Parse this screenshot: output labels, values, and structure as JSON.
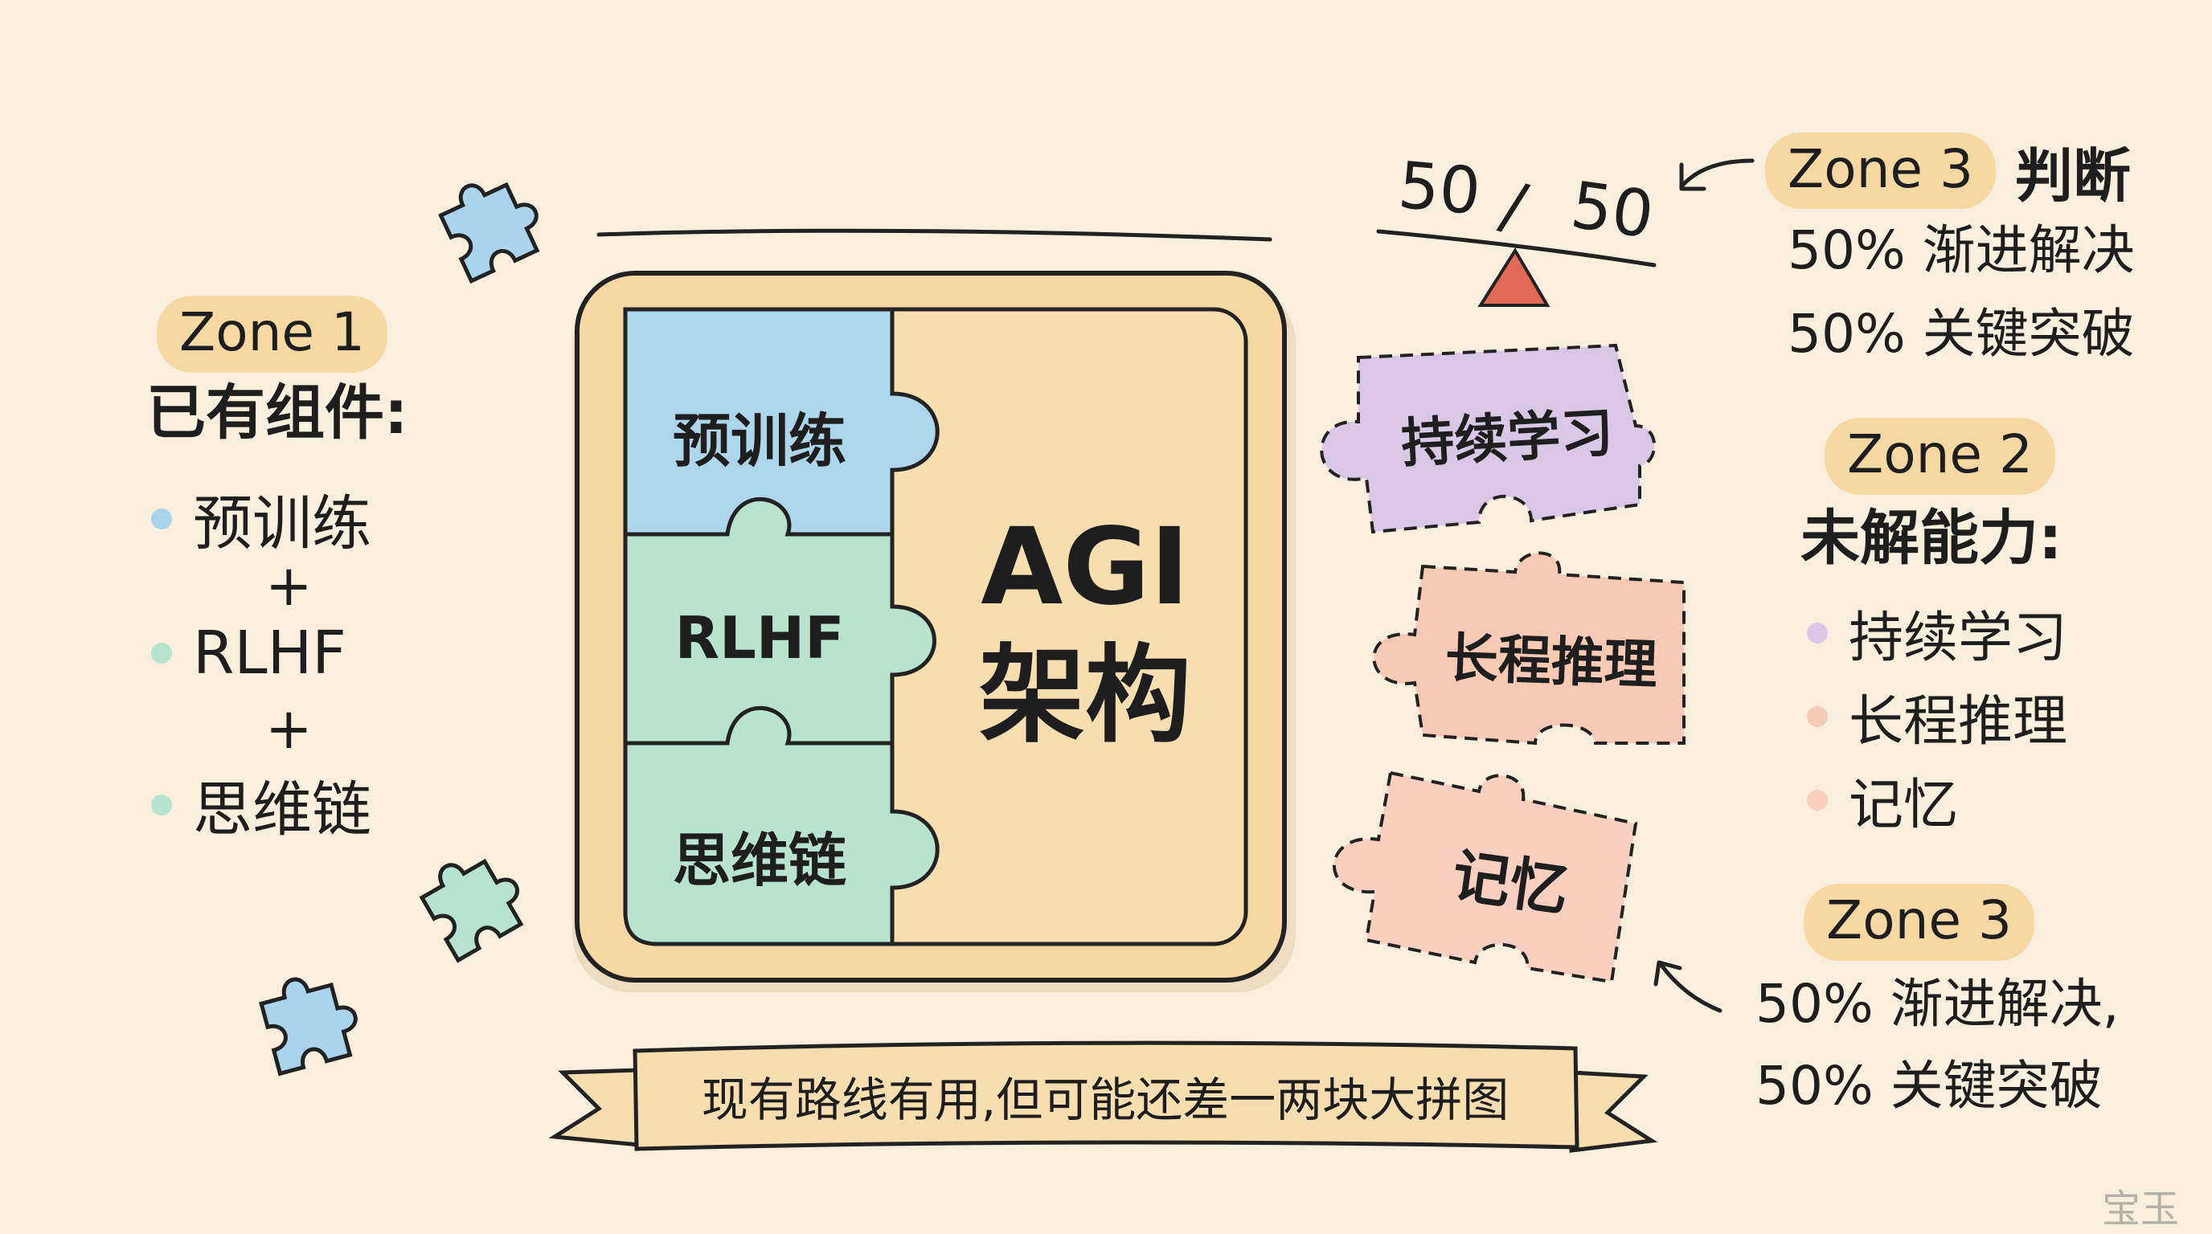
{
  "zone1": {
    "badge": "Zone 1",
    "heading": "已有组件:",
    "items": [
      {
        "label": "预训练",
        "color": "#a9d4ec"
      },
      {
        "label": "RLHF",
        "color": "#b6e3cf"
      },
      {
        "label": "思维链",
        "color": "#b6e3cf"
      }
    ],
    "plus": "+"
  },
  "center": {
    "pieces": [
      {
        "label": "预训练",
        "color": "#aed6ea"
      },
      {
        "label": "RLHF",
        "color": "#b8e3cf"
      },
      {
        "label": "思维链",
        "color": "#b8e3cf"
      }
    ],
    "core_line1": "AGI",
    "core_line2": "架构",
    "core_color": "#f6deb0",
    "frame_color": "#f6d9a2"
  },
  "missing_pieces": [
    {
      "label": "持续学习",
      "color": "#d8c8e6"
    },
    {
      "label": "长程推理",
      "color": "#f8c9b4"
    },
    {
      "label": "记忆",
      "color": "#f8cfc1"
    }
  ],
  "scale": {
    "left": "50",
    "sep": "/",
    "right": "50",
    "marker_color": "#e06a55"
  },
  "zone3_top": {
    "badge": "Zone 3",
    "title": "判断",
    "line1": "50% 渐进解决",
    "line2": "50% 关键突破"
  },
  "zone2": {
    "badge": "Zone 2",
    "heading": "未解能力:",
    "items": [
      {
        "label": "持续学习",
        "color": "#d8c8e6"
      },
      {
        "label": "长程推理",
        "color": "#f8c9b4"
      },
      {
        "label": "记忆",
        "color": "#f8cfc1"
      }
    ]
  },
  "zone3_bottom": {
    "badge": "Zone 3",
    "line1": "50% 渐进解决,",
    "line2": "50%  关键突破"
  },
  "banner": {
    "text": "现有路线有用,但可能还差一两块大拼图",
    "color": "#f6deb0"
  },
  "watermark": "宝玉",
  "decor_piece_colors": [
    "#a9d4ec",
    "#b6e3cf",
    "#a9d4ec"
  ]
}
